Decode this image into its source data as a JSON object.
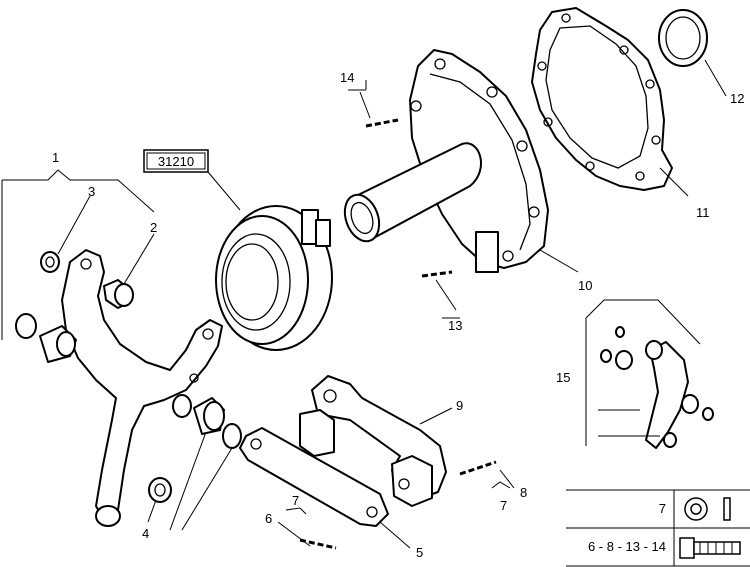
{
  "callouts": {
    "c1": "1",
    "c2": "2",
    "c3": "3",
    "c4": "4",
    "c5": "5",
    "c6": "6",
    "c7": "7",
    "c7b": "7",
    "c8": "8",
    "c9": "9",
    "c10": "10",
    "c11": "11",
    "c12": "12",
    "c13": "13",
    "c14": "14",
    "c15": "15"
  },
  "reference_box": "31210",
  "legend": {
    "row1_label": "7",
    "row2_label": "6 - 8 - 13 - 14"
  },
  "icons": [
    "washer-icon",
    "bolt-icon"
  ]
}
